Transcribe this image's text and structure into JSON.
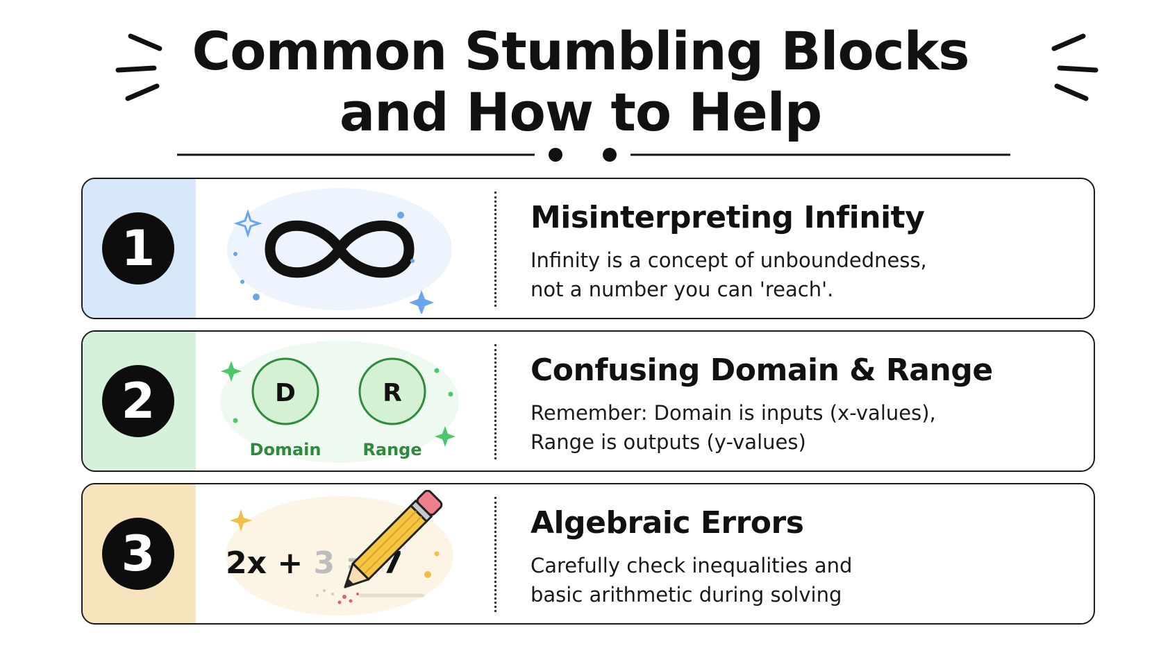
{
  "header": {
    "title_line1": "Common Stumbling Blocks",
    "title_line2": "and How to Help"
  },
  "cards": [
    {
      "number": "1",
      "title": "Misinterpreting Infinity",
      "description_line1": "Infinity is a concept of unboundedness,",
      "description_line2": "not a number you can 'reach'.",
      "accent": "#d8e8fb",
      "icon": "infinity-icon"
    },
    {
      "number": "2",
      "title": "Confusing Domain & Range",
      "description_line1": "Remember: Domain is inputs (x-values),",
      "description_line2": "Range is outputs (y-values)",
      "accent": "#d6f1da",
      "icon": "domain-range-icon",
      "bubble_left_letter": "D",
      "bubble_left_label": "Domain",
      "bubble_right_letter": "R",
      "bubble_right_label": "Range"
    },
    {
      "number": "3",
      "title": "Algebraic Errors",
      "description_line1": "Carefully check inequalities and",
      "description_line2": "basic arithmetic during solving",
      "accent": "#f8e4bc",
      "icon": "pencil-icon",
      "equation_part1": "2x + ",
      "equation_erased": "3 =",
      "equation_part2": " 7"
    }
  ],
  "colors": {
    "text": "#111111",
    "green": "#2e8b3e",
    "blue_sparkle": "#6aa6ee",
    "pencil_yellow": "#f4c542"
  }
}
